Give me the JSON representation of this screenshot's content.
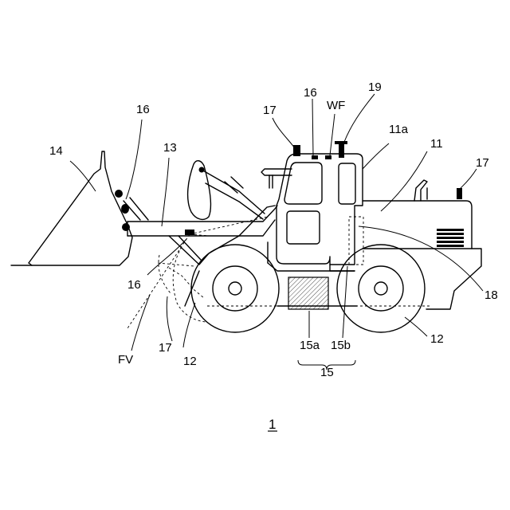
{
  "figure_number": "1",
  "labels": {
    "l14": "14",
    "l16_top": "16",
    "l13": "13",
    "l16_bottom": "16",
    "l17_left": "17",
    "l16_cab": "16",
    "lwf": "WF",
    "l19": "19",
    "l11a": "11a",
    "l11": "11",
    "l17_right": "17",
    "l18": "18",
    "l12_right": "12",
    "l15a": "15a",
    "l15b": "15b",
    "l15": "15",
    "l12_left": "12",
    "l17_bottom": "17",
    "lfv": "FV"
  }
}
